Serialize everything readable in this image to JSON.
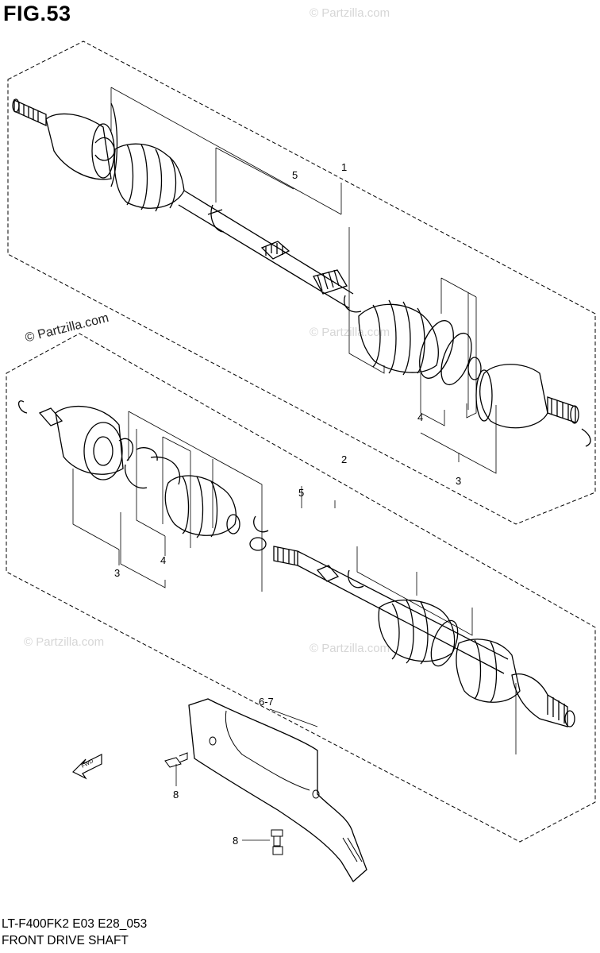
{
  "figure": {
    "title": "FIG.53",
    "code": "LT-F400FK2 E03 E28_053",
    "name": "FRONT DRIVE SHAFT"
  },
  "watermark": {
    "text": "© Partzilla.com"
  },
  "callouts": {
    "c1": "1",
    "c2": "2",
    "c3a": "3",
    "c3b": "3",
    "c4a": "4",
    "c4b": "4",
    "c5a": "5",
    "c5b": "5",
    "c67": "6-7",
    "c8a": "8",
    "c8b": "8"
  },
  "fwd_label": "FWD"
}
